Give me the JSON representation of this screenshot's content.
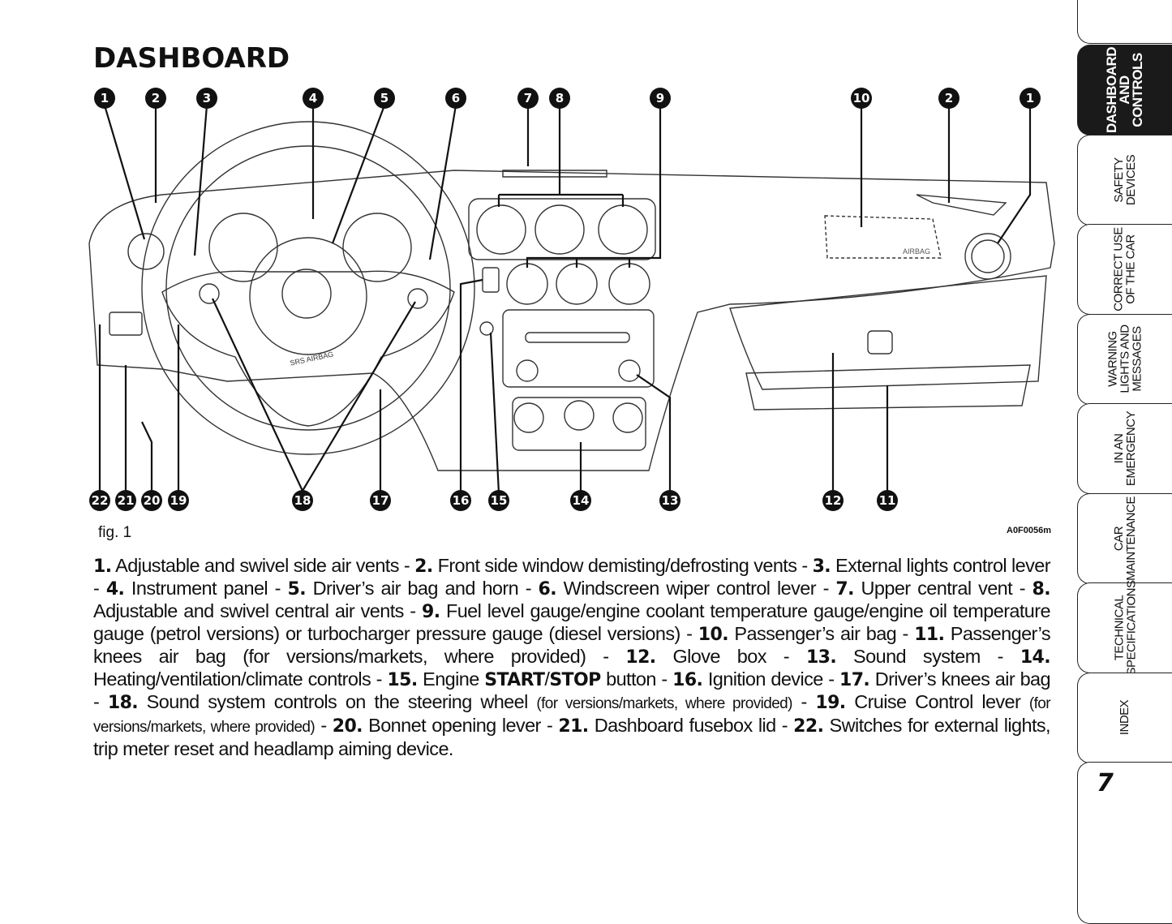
{
  "page_title": "DASHBOARD",
  "figure": {
    "label": "fig. 1",
    "code": "A0F0056m",
    "airbag_text": "AIRBAG",
    "wheel_text": "SRS AIRBAG",
    "callouts_top": [
      "1",
      "2",
      "3",
      "4",
      "5",
      "6",
      "7",
      "8",
      "9",
      "10",
      "2",
      "1"
    ],
    "callouts_bottom": [
      "22",
      "21",
      "20",
      "19",
      "18",
      "17",
      "16",
      "15",
      "14",
      "13",
      "12",
      "11"
    ]
  },
  "description": [
    {
      "b": "1."
    },
    {
      "t": " Adjustable and swivel side air vents - "
    },
    {
      "b": "2."
    },
    {
      "t": " Front side window demisting/defrosting vents - "
    },
    {
      "b": "3."
    },
    {
      "t": " External lights control lever - "
    },
    {
      "b": "4."
    },
    {
      "t": " Instrument panel - "
    },
    {
      "b": "5."
    },
    {
      "t": " Driver’s air bag and horn - "
    },
    {
      "b": "6."
    },
    {
      "t": " Windscreen wiper control lever - "
    },
    {
      "b": "7."
    },
    {
      "t": " Upper central vent - "
    },
    {
      "b": "8."
    },
    {
      "t": " Adjustable and swivel central air vents - "
    },
    {
      "b": "9."
    },
    {
      "t": " Fuel level gauge/engine coolant temperature gauge/engine oil temperature gauge (petrol versions) or turbocharger pressure gauge (diesel versions) - "
    },
    {
      "b": "10."
    },
    {
      "t": " Passenger’s air bag - "
    },
    {
      "b": "11."
    },
    {
      "t": " Passenger’s knees air bag (for versions/markets, where provided) - "
    },
    {
      "b": "12."
    },
    {
      "t": " Glove box - "
    },
    {
      "b": "13."
    },
    {
      "t": " Sound system - "
    },
    {
      "b": "14."
    },
    {
      "t": " Heating/ventilation/climate controls  - "
    },
    {
      "b": "15."
    },
    {
      "t": " Engine "
    },
    {
      "b": "START"
    },
    {
      "t": "/"
    },
    {
      "b": "STOP"
    },
    {
      "t": " button - "
    },
    {
      "b": "16."
    },
    {
      "t": " Ignition device - "
    },
    {
      "b": "17."
    },
    {
      "t": " Driver’s knees air bag - "
    },
    {
      "b": "18."
    },
    {
      "t": " Sound system controls on the steering wheel "
    },
    {
      "s": "(for versions/markets, where provided)"
    },
    {
      "t": " - "
    },
    {
      "b": "19."
    },
    {
      "t": " Cruise Control lever "
    },
    {
      "s": "(for versions/markets, where provided)"
    },
    {
      "t": " - "
    },
    {
      "b": "20."
    },
    {
      "t": " Bonnet opening lever - "
    },
    {
      "b": "21."
    },
    {
      "t": " Dashboard fusebox lid - "
    },
    {
      "b": "22."
    },
    {
      "t": " Switches for external lights, trip meter reset and headlamp aiming device."
    }
  ],
  "tabs": [
    {
      "label": "DASHBOARD\nAND\nCONTROLS",
      "active": true
    },
    {
      "label": "SAFETY\nDEVICES",
      "active": false
    },
    {
      "label": "CORRECT USE\nOF THE CAR",
      "active": false
    },
    {
      "label": "WARNING\nLIGHTS AND\nMESSAGES",
      "active": false
    },
    {
      "label": "IN AN\nEMERGENCY",
      "active": false
    },
    {
      "label": "CAR\nMAINTENANCE",
      "active": false
    },
    {
      "label": "TECHNICAL\nSPECIFICATIONS",
      "active": false
    },
    {
      "label": "INDEX",
      "active": false
    }
  ],
  "page_number": "7"
}
